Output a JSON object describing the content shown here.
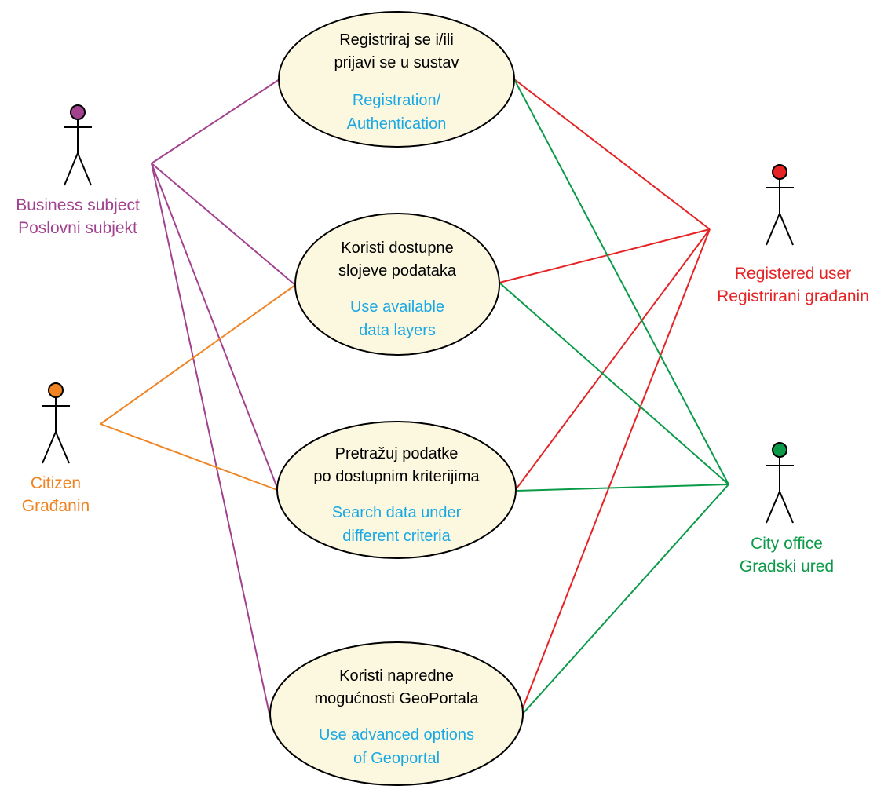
{
  "colors": {
    "business": "#a2428f",
    "citizen": "#f08422",
    "registered": "#e52325",
    "city_office": "#0b9b48",
    "english_text": "#1aa8e5",
    "usecase_fill": "#fcf8df"
  },
  "actors": {
    "business": {
      "line1": "Business subject",
      "line2": "Poslovni subjekt"
    },
    "citizen": {
      "line1": "Citizen",
      "line2": "Građanin"
    },
    "registered": {
      "line1": "Registered user",
      "line2": "Registrirani građanin"
    },
    "city_office": {
      "line1": "City office",
      "line2": "Gradski ured"
    }
  },
  "use_cases": {
    "registration": {
      "hr_line1": "Registriraj se i/ili",
      "hr_line2": "prijavi se u sustav",
      "en_line1": "Registration/",
      "en_line2": "Authentication"
    },
    "data_layers": {
      "hr_line1": "Koristi dostupne",
      "hr_line2": "slojeve podataka",
      "en_line1": "Use available",
      "en_line2": "data layers"
    },
    "search": {
      "hr_line1": "Pretražuj podatke",
      "hr_line2": "po dostupnim kriterijima",
      "en_line1": "Search data under",
      "en_line2": "different criteria"
    },
    "advanced": {
      "hr_line1": "Koristi napredne",
      "hr_line2": "mogućnosti GeoPortala",
      "en_line1": "Use advanced options",
      "en_line2": "of Geoportal"
    }
  }
}
